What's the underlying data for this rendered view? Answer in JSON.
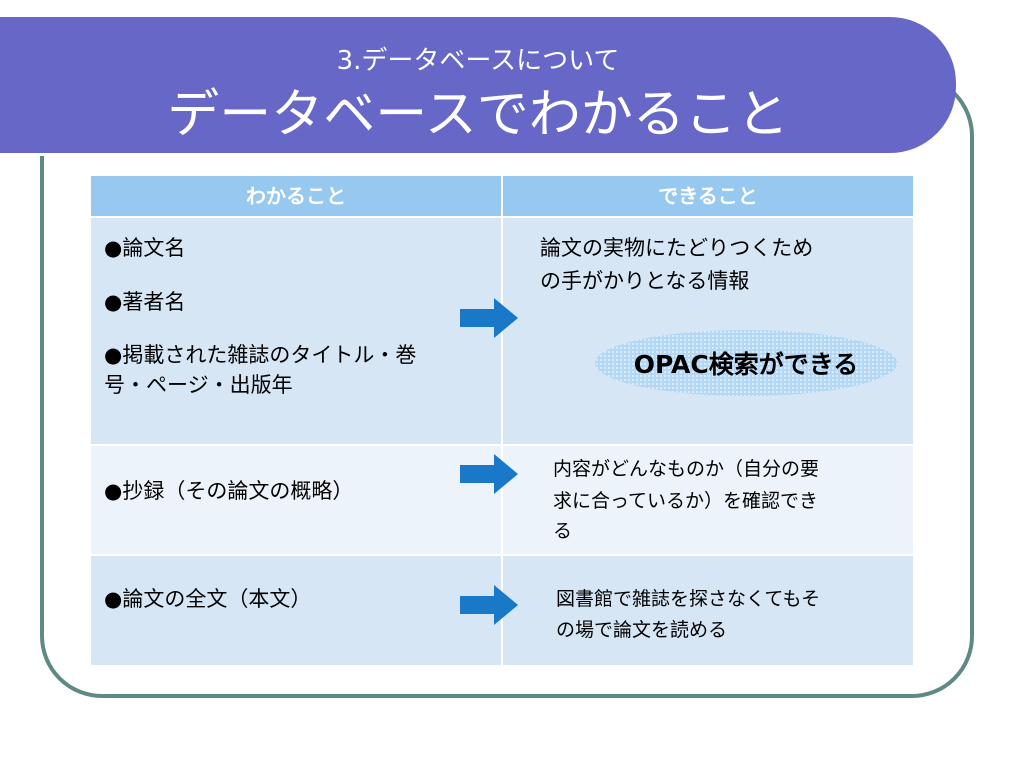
{
  "slide": {
    "subtitle": "3.データベースについて",
    "title": "データベースでわかること"
  },
  "table": {
    "headers": [
      "わかること",
      "できること"
    ],
    "rows": [
      {
        "left": [
          "●論文名",
          "●著者名",
          "●掲載された雑誌のタイトル・巻",
          "号・ページ・出版年"
        ],
        "right": [
          "論文の実物にたどりつくため",
          "の手がかりとなる情報"
        ],
        "badge": "OPAC検索ができる"
      },
      {
        "left": [
          "●抄録（その論文の概略）"
        ],
        "right": [
          "内容がどんなものか（自分の要",
          "求に合っているか）を確認でき",
          "る"
        ]
      },
      {
        "left": [
          "●論文の全文（本文）"
        ],
        "right": [
          "図書館で雑誌を探さなくてもそ",
          "の場で論文を読める"
        ]
      }
    ]
  },
  "colors": {
    "banner": "#6767c8",
    "header": "#96c8f0",
    "row_dark": "#d6e6f5",
    "row_light": "#ecf3fa",
    "arrow": "#1a78c8",
    "frame": "#5f8a84"
  },
  "icons": {
    "arrow": "right-arrow-icon"
  }
}
